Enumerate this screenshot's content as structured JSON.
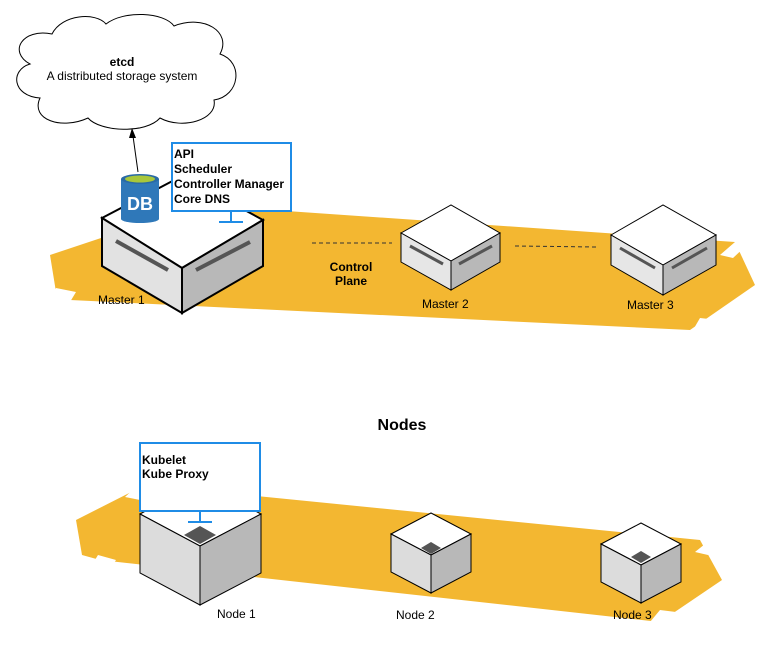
{
  "etcd": {
    "title": "etcd",
    "subtitle": "A distributed storage system"
  },
  "db_icon": {
    "label": "DB"
  },
  "master_components": [
    "API",
    "Scheduler",
    "Controller Manager",
    "Core DNS"
  ],
  "control_plane": {
    "label_line1": "Control",
    "label_line2": "Plane"
  },
  "masters": [
    "Master 1",
    "Master 2",
    "Master 3"
  ],
  "nodes_title": "Nodes",
  "node_components": [
    "Kubelet",
    "Kube Proxy"
  ],
  "nodes": [
    "Node 1",
    "Node 2",
    "Node 3"
  ],
  "colors": {
    "band": "#f3b731",
    "monitor_border": "#1f8ce6",
    "db_blue": "#2f78b9",
    "db_top": "#a8c73b"
  }
}
